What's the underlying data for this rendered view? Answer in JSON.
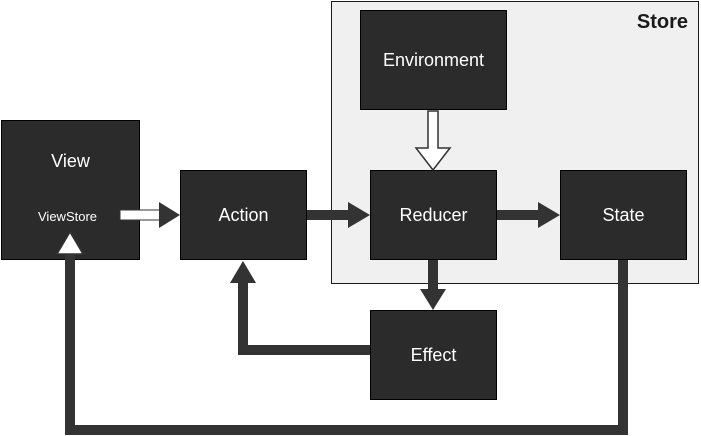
{
  "store": {
    "title": "Store"
  },
  "nodes": {
    "view": "View",
    "viewstore": "ViewStore",
    "action": "Action",
    "reducer": "Reducer",
    "state": "State",
    "environment": "Environment",
    "effect": "Effect"
  },
  "colors": {
    "node_fill": "#2b2b2b",
    "store_fill": "#f0f0f0",
    "arrow": "#333333",
    "hollow_arrow_fill": "#ffffff"
  }
}
